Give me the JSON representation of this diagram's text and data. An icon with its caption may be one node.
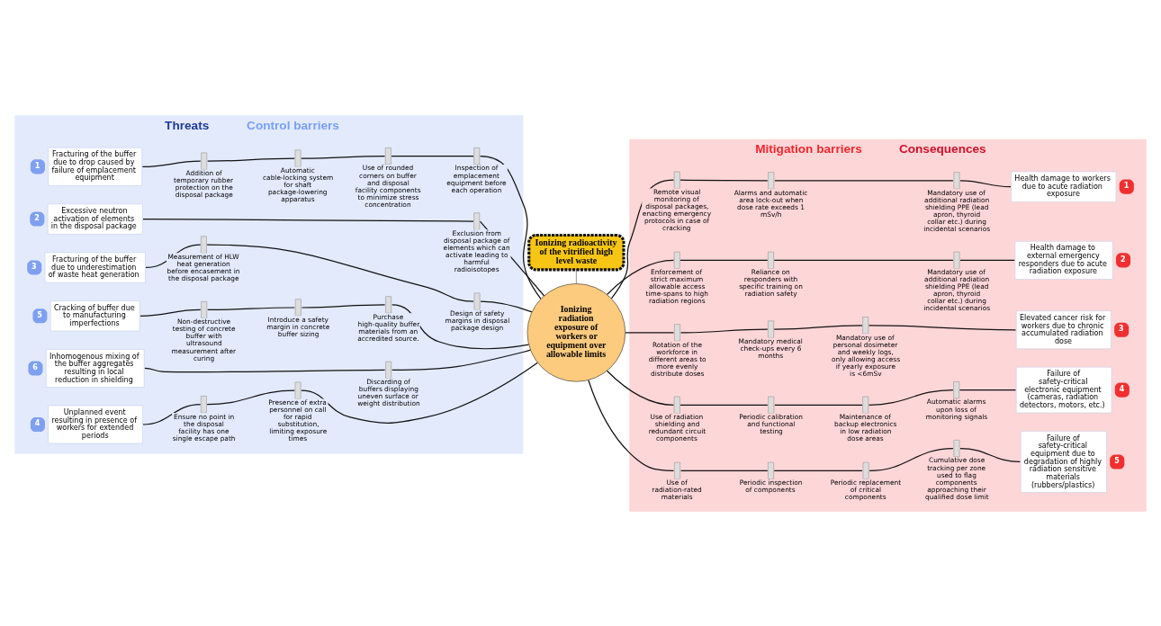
{
  "diagram": {
    "nodes": [
      {
        "text": [
          "Threats",
          "Control barriers"
        ]
      },
      {
        "text": [
          "Fracturing of the buffer due to drop caused by failure of emplacement equipment"
        ],
        "in": 0,
        "beside": [
          "1"
        ]
      },
      {
        "text": [
          "Addition of temporary rubber protection on the disposal package"
        ],
        "in": 0
      },
      {
        "text": [
          "Automatic cable-locking system for shaft package-lowering apparatus"
        ],
        "in": 0
      },
      {
        "text": [
          "Use of rounded corners on buffer and disposal facility components to minimize stress concentration"
        ],
        "in": 0
      },
      {
        "text": [
          "Inspection of emplacement equipment before each operation"
        ],
        "in": 0
      },
      {
        "text": [
          "Excessive neutron activation of elements in the disposal package"
        ],
        "in": 0,
        "beside": [
          "2"
        ]
      },
      {
        "text": [
          "Exclusion from disposal package of elements which can activate leading to harmful radioisotopes"
        ],
        "in": 0
      },
      {
        "text": [
          "Fracturing of the buffer due to underestimation of waste heat generation"
        ],
        "in": 0,
        "beside": [
          "3"
        ]
      },
      {
        "text": [
          "Measurement of HLW heat generation before encasement in the disposal package"
        ],
        "in": 0
      },
      {
        "text": [
          "Design of safety margins in disposal package design"
        ],
        "in": 0
      },
      {
        "text": [
          "Unplanned event resulting in presence of workers for extended periods"
        ],
        "in": 0,
        "beside": [
          "4"
        ]
      },
      {
        "text": [
          "Ensure no point in the disposal facility has one single escape path"
        ],
        "in": 0
      },
      {
        "text": [
          "Presence of extra personnel on call for rapid substitution, limiting exposure times"
        ],
        "in": 0
      },
      {
        "text": [
          "Cracking of buffer due to manufacturing imperfections"
        ],
        "in": 0,
        "beside": [
          "5"
        ]
      },
      {
        "text": [
          "Non-destructive testing of concrete buffer with ultrasound measurement after curing"
        ],
        "in": 0
      },
      {
        "text": [
          "Introduce a safety margin in concrete buffer sizing"
        ],
        "in": 0
      },
      {
        "text": [
          "Purchase high-quality buffer materials from an accredited source."
        ],
        "in": 0
      },
      {
        "text": [
          "Inhomogenous mixing of the buffer aggregates resulting in local reduction in shielding"
        ],
        "in": 0,
        "beside": [
          "6"
        ]
      },
      {
        "text": [
          "Discarding of buffers displaying uneven surface or weight distribution"
        ],
        "in": 0
      },
      {
        "text": [
          "Ionizing radioactivity of the vitrified high level waste"
        ]
      },
      {
        "text": [
          "Ionizing radiation exposure of workers or equipment over allowable limits"
        ]
      },
      {
        "text": [
          "Mitigation barriers",
          "Consequences"
        ]
      },
      {
        "text": [
          "Remote visual monitoring of disposal packages, enacting emergency protocols in case of cracking"
        ],
        "in": 22
      },
      {
        "text": [
          "Alarms and automatic area lock-out when dose rate exceeds 1 mSv/h"
        ],
        "in": 22
      },
      {
        "text": [
          "Mandatory use of additional radiation shielding PPE (lead apron, thyroid collar etc.) during incidental scenarios"
        ],
        "in": 22
      },
      {
        "text": [
          "Health damage to workers due to acute radiation exposure"
        ],
        "in": 22,
        "beside": [
          "1"
        ]
      },
      {
        "text": [
          "Enforcement of strict maximum allowable access time-spans to high radiation regions"
        ],
        "in": 22
      },
      {
        "text": [
          "Reliance on responders with specific training on radiation safety"
        ],
        "in": 22
      },
      {
        "text": [
          "Mandatory use of additional radiation shielding PPE (lead apron, thyroid collar etc.) during incidental scenarios"
        ],
        "in": 22
      },
      {
        "text": [
          "Health damage to external emergency responders due to acute radiation exposure"
        ],
        "in": 22,
        "beside": [
          "2"
        ]
      },
      {
        "text": [
          "Rotation of the workforce in different areas to more evenly distribute doses"
        ],
        "in": 22
      },
      {
        "text": [
          "Mandatory medical check-ups every 6 months"
        ],
        "in": 22
      },
      {
        "text": [
          "Mandatory use of personal dosimeter and weekly logs, only allowing access if yearly exposure is <6mSv"
        ],
        "in": 22
      },
      {
        "text": [
          "Elevated cancer risk for workers due to chronic accumulated radiation dose"
        ],
        "in": 22,
        "beside": [
          "3"
        ]
      },
      {
        "text": [
          "Use of radiation shielding and redundant circuit components"
        ],
        "in": 22
      },
      {
        "text": [
          "Periodic calibration and functional testing"
        ],
        "in": 22
      },
      {
        "text": [
          "Maintenance of backup electronics in low radiation dose areas"
        ],
        "in": 22
      },
      {
        "text": [
          "Automatic alarms upon loss of monitoring signals"
        ],
        "in": 22
      },
      {
        "text": [
          "Failure of safety-critical electronic equipment (cameras, radiation detectors, motors, etc.)"
        ],
        "in": 22,
        "beside": [
          "4"
        ]
      },
      {
        "text": [
          "Use of radiation-rated materials"
        ],
        "in": 22
      },
      {
        "text": [
          "Periodic inspection of components"
        ],
        "in": 22
      },
      {
        "text": [
          "Periodic replacement of critical components"
        ],
        "in": 22
      },
      {
        "text": [
          "Cumulative dose tracking per zone used to flag components approaching their qualified dose limit"
        ],
        "in": 22
      },
      {
        "text": [
          "Failure of safety-critical equipment due to degradation of highly radiation sensitive materials (rubbers/plastics)"
        ],
        "in": 22,
        "beside": [
          "5"
        ]
      }
    ],
    "edges": [
      {
        "from": 1,
        "to": 2,
        "arrow": "none"
      },
      {
        "from": 2,
        "to": 3,
        "arrow": "none"
      },
      {
        "from": 3,
        "to": 4,
        "arrow": "none"
      },
      {
        "from": 4,
        "to": 5,
        "arrow": "none"
      },
      {
        "from": 5,
        "to": 21,
        "arrow": "none"
      },
      {
        "from": 6,
        "to": 7,
        "arrow": "none"
      },
      {
        "from": 7,
        "to": 21,
        "arrow": "none"
      },
      {
        "from": 8,
        "to": 9,
        "arrow": "none"
      },
      {
        "from": 9,
        "to": 10,
        "arrow": "none"
      },
      {
        "from": 10,
        "to": 21,
        "arrow": "none"
      },
      {
        "from": 11,
        "to": 12,
        "arrow": "none"
      },
      {
        "from": 12,
        "to": 13,
        "arrow": "none"
      },
      {
        "from": 13,
        "to": 21,
        "arrow": "none"
      },
      {
        "from": 14,
        "to": 15,
        "arrow": "none"
      },
      {
        "from": 15,
        "to": 16,
        "arrow": "none"
      },
      {
        "from": 16,
        "to": 17,
        "arrow": "none"
      },
      {
        "from": 17,
        "to": 21,
        "arrow": "none"
      },
      {
        "from": 18,
        "to": 19,
        "arrow": "none"
      },
      {
        "from": 19,
        "to": 21,
        "arrow": "none"
      },
      {
        "from": 20,
        "to": 21,
        "arrow": "none",
        "color": "#555555"
      },
      {
        "from": 21,
        "to": 23,
        "arrow": "none"
      },
      {
        "from": 23,
        "to": 24,
        "arrow": "none"
      },
      {
        "from": 24,
        "to": 25,
        "arrow": "none"
      },
      {
        "from": 25,
        "to": 26,
        "arrow": "none"
      },
      {
        "from": 21,
        "to": 27,
        "arrow": "none"
      },
      {
        "from": 27,
        "to": 28,
        "arrow": "none"
      },
      {
        "from": 28,
        "to": 29,
        "arrow": "none"
      },
      {
        "from": 29,
        "to": 30,
        "arrow": "none"
      },
      {
        "from": 21,
        "to": 31,
        "arrow": "none"
      },
      {
        "from": 31,
        "to": 32,
        "arrow": "none"
      },
      {
        "from": 32,
        "to": 33,
        "arrow": "none"
      },
      {
        "from": 33,
        "to": 34,
        "arrow": "none"
      },
      {
        "from": 21,
        "to": 35,
        "arrow": "none"
      },
      {
        "from": 35,
        "to": 36,
        "arrow": "none"
      },
      {
        "from": 36,
        "to": 37,
        "arrow": "none"
      },
      {
        "from": 37,
        "to": 38,
        "arrow": "none"
      },
      {
        "from": 38,
        "to": 39,
        "arrow": "none"
      },
      {
        "from": 21,
        "to": 40,
        "arrow": "none"
      },
      {
        "from": 40,
        "to": 41,
        "arrow": "none"
      },
      {
        "from": 41,
        "to": 42,
        "arrow": "none"
      },
      {
        "from": 42,
        "to": 43,
        "arrow": "none"
      },
      {
        "from": 43,
        "to": 44,
        "arrow": "none"
      }
    ]
  }
}
